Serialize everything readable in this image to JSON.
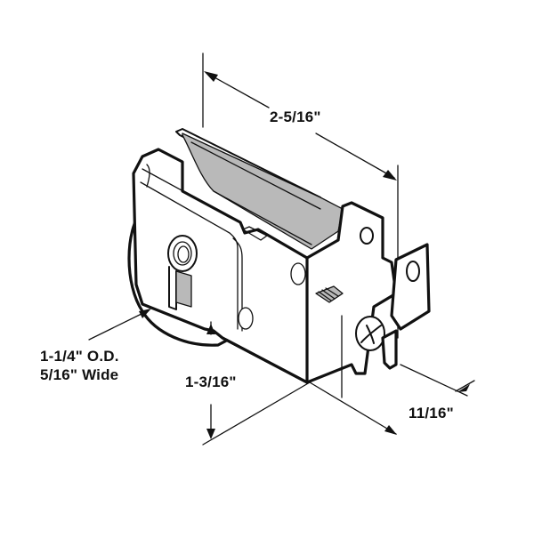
{
  "diagram": {
    "subject": "Sliding door roller assembly",
    "colors": {
      "line": "#111111",
      "channel_fill": "#b9b9b9",
      "background": "#ffffff"
    },
    "dimensions": {
      "length": {
        "label": "2-5/16\""
      },
      "wheel": {
        "label_line1": "1-1/4\" O.D.",
        "label_line2": "5/16\" Wide"
      },
      "height": {
        "label": "1-3/16\""
      },
      "depth": {
        "label": "11/16\""
      }
    },
    "parts": [
      {
        "name": "housing",
        "description": "steel housing body"
      },
      {
        "name": "wheel",
        "description": "roller wheel"
      },
      {
        "name": "axle",
        "description": "axle bushing"
      },
      {
        "name": "adjustment-screw",
        "description": "phillips adjustment screw"
      },
      {
        "name": "mounting-tab",
        "description": "mounting tab with hole"
      }
    ]
  }
}
